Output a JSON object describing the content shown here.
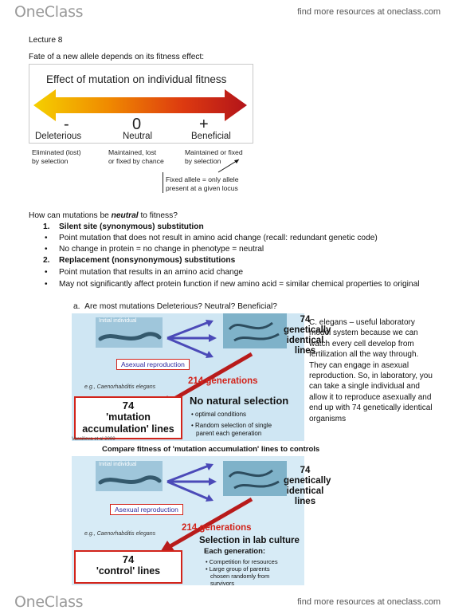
{
  "header": {
    "logo": "OneClass",
    "link": "find more resources at oneclass.com"
  },
  "footer": {
    "logo": "OneClass",
    "link": "find more resources at oneclass.com"
  },
  "lecture_title": "Lecture 8",
  "intro": "Fate of a new allele depends on its fitness effect:",
  "figure1": {
    "title": "Effect of mutation on individual fitness",
    "symbols": [
      "-",
      "0",
      "+"
    ],
    "labels": [
      "Deleterious",
      "Neutral",
      "Beneficial"
    ],
    "fates": [
      [
        "Eliminated (lost)",
        "by selection"
      ],
      [
        "Maintained, lost",
        "or fixed by chance"
      ],
      [
        "Maintained or fixed",
        "by selection"
      ]
    ],
    "fixed_note": [
      "Fixed allele = only allele",
      "present at a given locus"
    ],
    "colors": {
      "arrow_left": "#f2c600",
      "arrow_right": "#b8161b"
    }
  },
  "section_question": [
    "How can mutations be ",
    "neutral",
    " to fitness?"
  ],
  "items": {
    "n1": "1.",
    "h1": "Silent site (synonymous) substitution",
    "b1": "Point mutation that does not result in amino acid change (recall: redundant genetic code)",
    "b2": "No change in protein = no change in phenotype = neutral",
    "n2": "2.",
    "h2": "Replacement (nonsynonymous) substitutions",
    "b3": "Point mutation that results in an amino acid change",
    "b4": "May not significantly affect protein function if new amino acid = similar chemical properties to original"
  },
  "subsection": {
    "marker": "a.",
    "text": "Are most mutations Deleterious? Neutral? Beneficial?"
  },
  "figure2": {
    "initial": "Initial individual",
    "count": "74",
    "identical": [
      "genetically",
      "identical",
      "lines"
    ],
    "asexual": "Asexual reproduction",
    "generations": "214 generations",
    "species": "e.g., Caenorhabditis elegans",
    "box_num": "74",
    "box_lines": [
      "'mutation",
      "accumulation' lines"
    ],
    "no_selection": "No natural selection",
    "conditions": [
      "• optimal conditions",
      "• Random selection of single",
      "parent each generation"
    ],
    "citation": "Vassilieva et al 2000"
  },
  "side_note": [
    "C. elegans – useful laboratory",
    "model system because we can",
    "watch every cell develop from",
    "fertilization all the way through.",
    "They can engage in asexual",
    "reproduction. So, in laboratory, you",
    "can take a single individual and",
    "allow it to reproduce asexually and",
    "end up with 74 genetically identical",
    "organisms"
  ],
  "compare": "Compare fitness of 'mutation accumulation' lines to controls",
  "figure3": {
    "initial": "Initial individual",
    "count": "74",
    "identical": [
      "genetically",
      "identical",
      "lines"
    ],
    "asexual": "Asexual reproduction",
    "generations": "214 generations",
    "species": "e.g., Caenorhabditis elegans",
    "box_num": "74",
    "box_lines": [
      "'control' lines"
    ],
    "selection": "Selection in lab culture",
    "each": "Each generation:",
    "bullets": [
      "• Competition for resources",
      "• Large group of parents",
      "chosen randomly from",
      "survivors"
    ]
  }
}
